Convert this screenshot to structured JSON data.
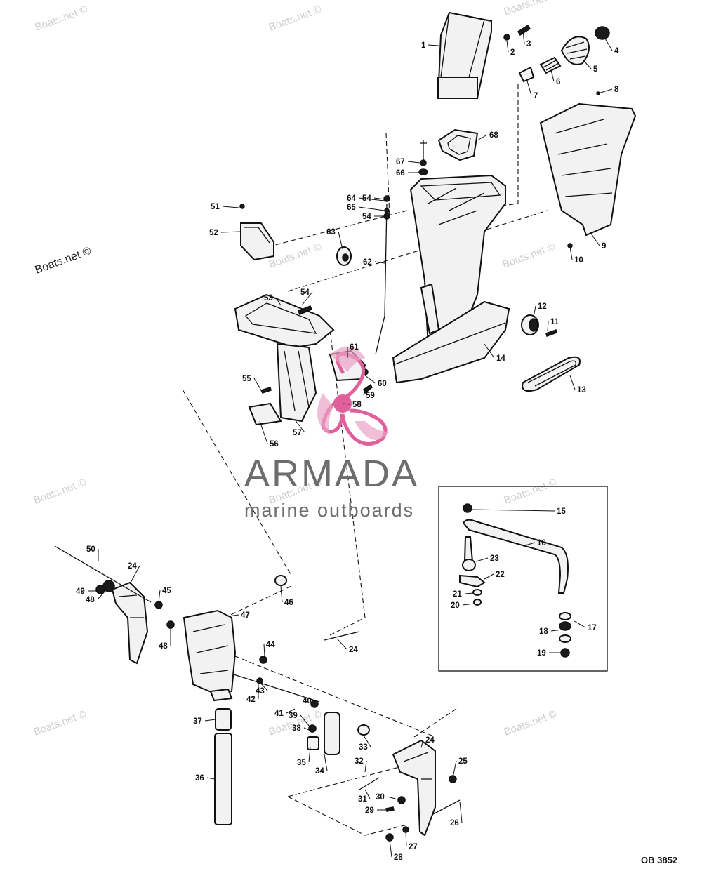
{
  "diagram_code": "OB 3852",
  "brand": {
    "name": "ARMADA",
    "tagline": "marine outboards",
    "accent": "#e0609b"
  },
  "watermark": "Boats.net ©",
  "part_numbers": [
    "1",
    "2",
    "3",
    "4",
    "5",
    "6",
    "7",
    "8",
    "9",
    "10",
    "11",
    "12",
    "13",
    "14",
    "15",
    "16",
    "17",
    "18",
    "19",
    "20",
    "21",
    "22",
    "23",
    "24",
    "25",
    "26",
    "27",
    "28",
    "29",
    "30",
    "31",
    "32",
    "33",
    "34",
    "35",
    "36",
    "37",
    "38",
    "39",
    "40",
    "41",
    "42",
    "43",
    "44",
    "45",
    "46",
    "47",
    "48",
    "49",
    "50",
    "51",
    "52",
    "53",
    "54",
    "55",
    "56",
    "57",
    "58",
    "59",
    "60",
    "61",
    "62",
    "63",
    "64",
    "65",
    "66",
    "67",
    "68"
  ]
}
